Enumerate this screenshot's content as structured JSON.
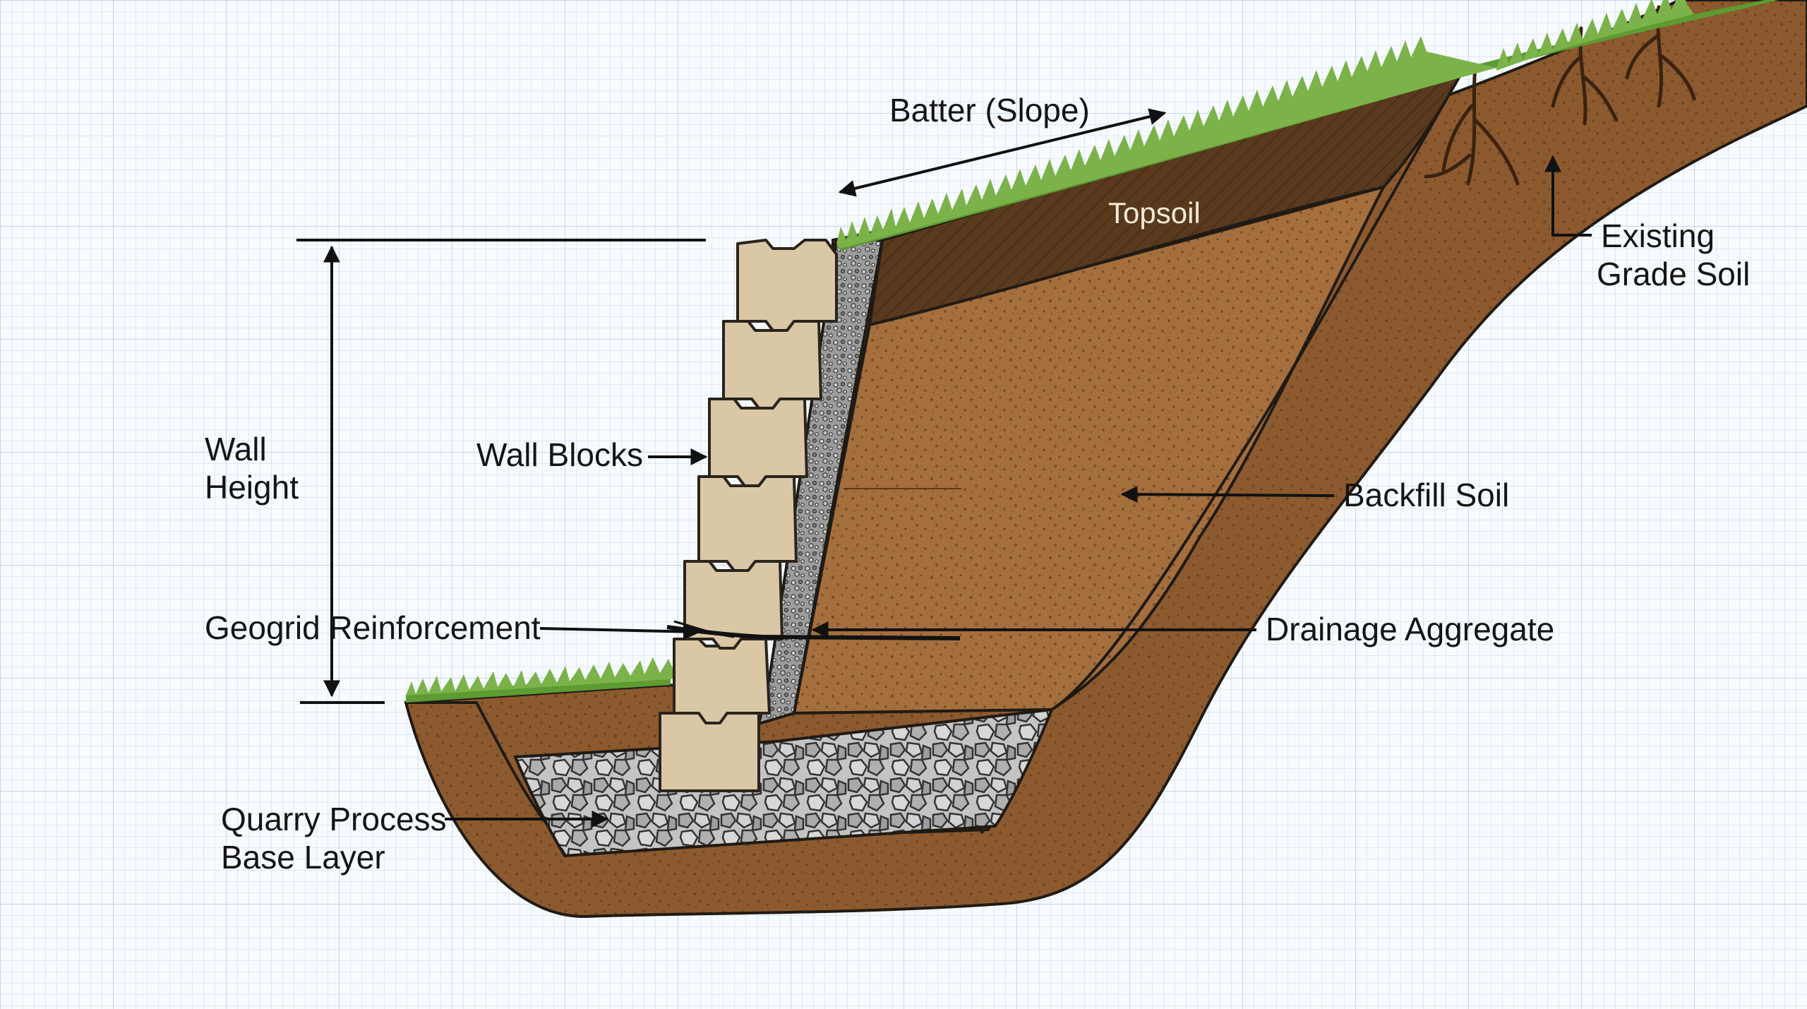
{
  "labels": {
    "batter": "Batter (Slope)",
    "topsoil": "Topsoil",
    "existing_grade_line1": "Existing",
    "existing_grade_line2": "Grade Soil",
    "wall_height_line1": "Wall",
    "wall_height_line2": "Height",
    "wall_blocks": "Wall Blocks",
    "backfill_soil": "Backfill Soil",
    "geogrid": "Geogrid Reinforcement",
    "drainage_aggregate": "Drainage Aggregate",
    "quarry_line1": "Quarry Process",
    "quarry_line2": "Base Layer"
  },
  "colors": {
    "grass": "#6fa542",
    "existing_soil": "#8c5a2e",
    "backfill_soil": "#9e6a3b",
    "topsoil": "#5a3a1e",
    "gravel": "#b8b8b8",
    "wall_block": "#d9c7a6",
    "grid": "#c6d6e8"
  }
}
